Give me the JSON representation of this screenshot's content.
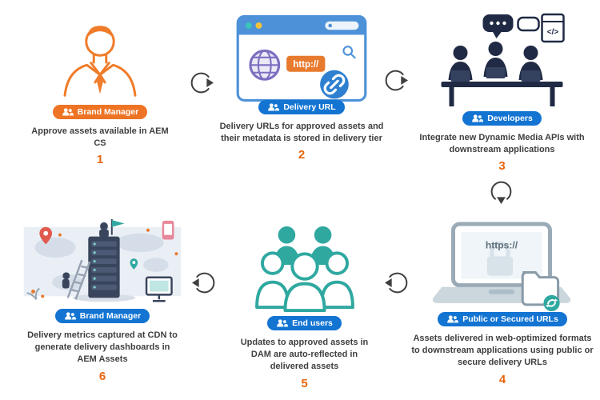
{
  "colors": {
    "accent_orange": "#EE7425",
    "badge_blue": "#1374D2",
    "number_orange": "#E8650F",
    "teal": "#2FA8A0",
    "navy": "#202A44",
    "browser_blue": "#4D91D8"
  },
  "steps": [
    {
      "badge": "Brand Manager",
      "caption": "Approve assets available in AEM CS",
      "number": "1",
      "illustration": "brand-manager-portrait"
    },
    {
      "badge": "Delivery URL",
      "caption": "Delivery URLs for approved assets and their metadata is stored in delivery tier",
      "number": "2",
      "illustration": "browser-delivery-url"
    },
    {
      "badge": "Developers",
      "caption": "Integrate new Dynamic Media APIs with downstream applications",
      "number": "3",
      "illustration": "developers-collaboration"
    },
    {
      "badge": "Public or Secured URLs",
      "caption": "Assets delivered in web-optimized formats to downstream applications using public or secure delivery URLs",
      "number": "4",
      "illustration": "laptop-secure-delivery"
    },
    {
      "badge": "End users",
      "caption": "Updates to approved assets in DAM are auto-reflected in delivered assets",
      "number": "5",
      "illustration": "end-users-group"
    },
    {
      "badge": "Brand Manager",
      "caption": "Delivery metrics captured at CDN to generate delivery dashboards in AEM Assets",
      "number": "6",
      "illustration": "cdn-metrics-servers"
    }
  ],
  "arrows": [
    {
      "direction": "right"
    },
    {
      "direction": "right"
    },
    {
      "direction": "down"
    },
    {
      "direction": "left"
    },
    {
      "direction": "left"
    }
  ],
  "browser_labels": {
    "url_text": "http://"
  },
  "laptop_labels": {
    "url_text": "https://"
  },
  "developer_labels": {
    "code_text": "</>"
  }
}
